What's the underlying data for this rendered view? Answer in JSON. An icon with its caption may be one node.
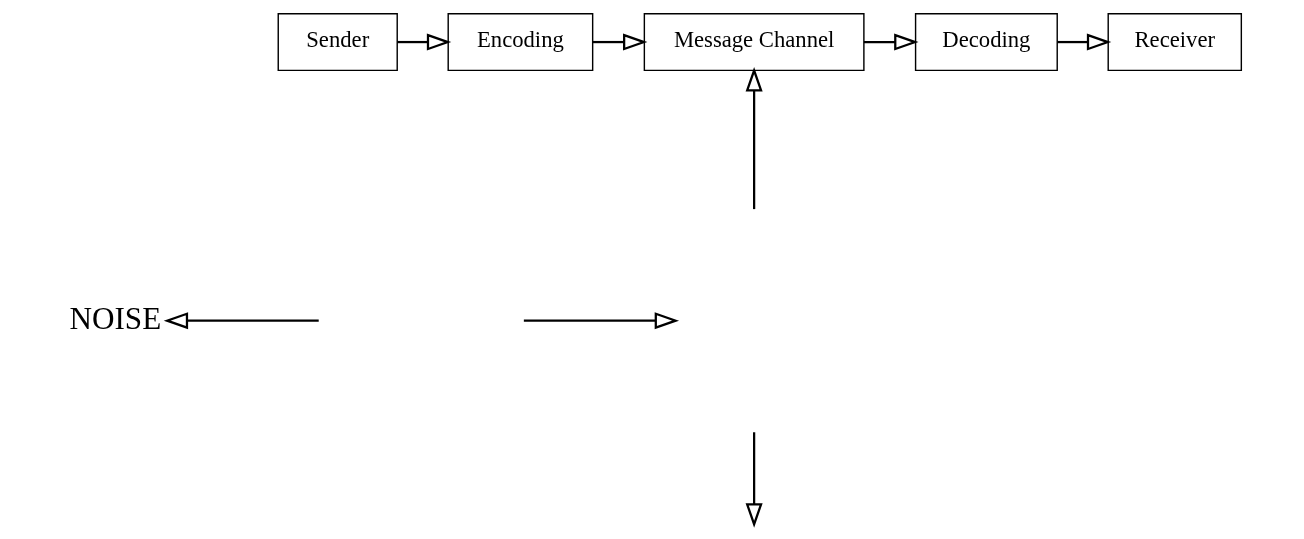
{
  "diagram": {
    "nodes": [
      {
        "text": [
          "Sender"
        ]
      },
      {
        "text": [
          "Encoding"
        ]
      },
      {
        "text": [
          "Message Channel"
        ]
      },
      {
        "text": [
          "Decoding"
        ]
      },
      {
        "text": [
          "Receiver"
        ]
      },
      {
        "text": [
          "NOISE"
        ]
      }
    ],
    "edges": [
      {
        "from": 0,
        "to": 1,
        "arrow": "to"
      },
      {
        "from": 1,
        "to": 2,
        "arrow": "to"
      },
      {
        "from": 2,
        "to": 3,
        "arrow": "to"
      },
      {
        "from": 3,
        "to": 4,
        "arrow": "to"
      },
      {
        "from": null,
        "to": 2,
        "arrow": "to"
      },
      {
        "from": null,
        "to": 5,
        "arrow": "to"
      }
    ]
  }
}
